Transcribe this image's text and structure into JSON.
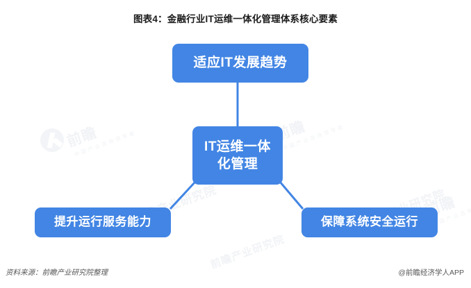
{
  "title": "图表4：金融行业IT运维一体化管理体系核心要素",
  "diagram": {
    "type": "hub-and-spoke",
    "accent_color": "#4285e4",
    "text_color": "#ffffff",
    "center": {
      "label": "IT运维一体化管理",
      "line1": "IT运维一体",
      "line2": "化管理"
    },
    "nodes": [
      {
        "id": "top",
        "label": "适应IT发展趋势",
        "position": "top"
      },
      {
        "id": "bottom-left",
        "label": "提升运行服务能力",
        "position": "bottom-left"
      },
      {
        "id": "bottom-right",
        "label": "保障系统安全运行",
        "position": "bottom-right"
      }
    ],
    "connectors": [
      {
        "from": "center",
        "to": "top"
      },
      {
        "from": "center",
        "to": "bottom-left"
      },
      {
        "from": "center",
        "to": "bottom-right"
      }
    ]
  },
  "watermark": {
    "brand": "前瞻",
    "sub": "中国产业咨询领导者",
    "diagonal": "前瞻产业研究院"
  },
  "footer": {
    "source": "资料来源：前瞻产业研究院整理",
    "attribution": "@前瞻经济学人APP"
  }
}
